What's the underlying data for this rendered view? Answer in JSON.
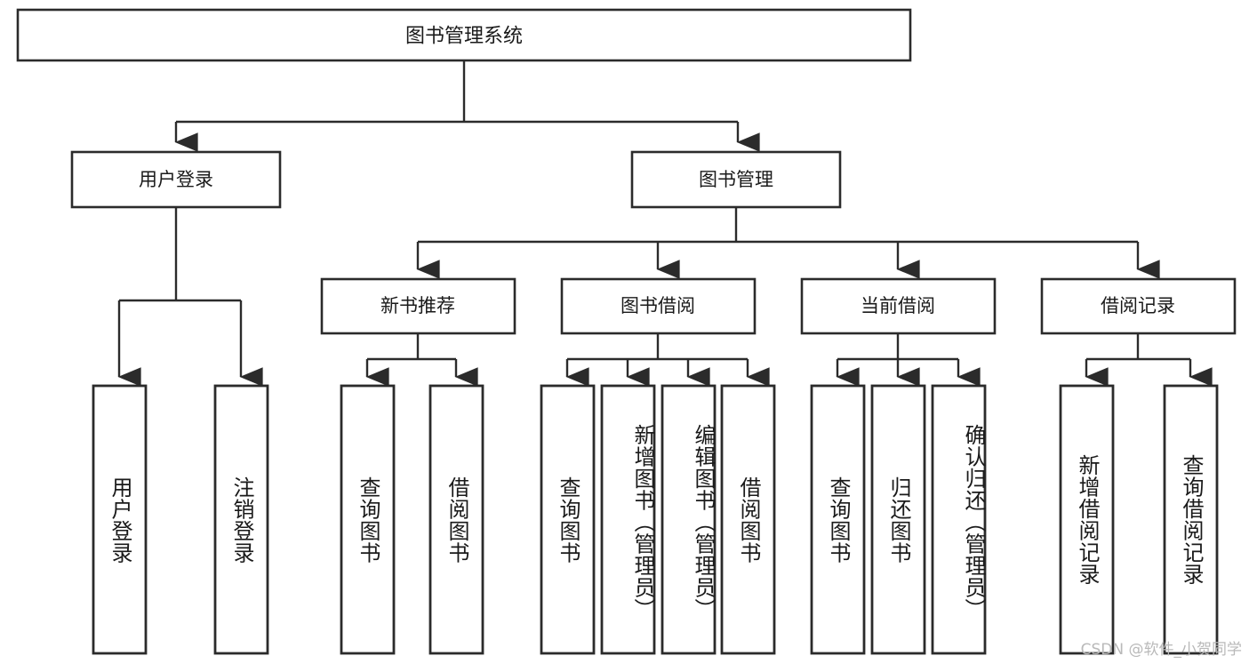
{
  "diagram": {
    "type": "tree",
    "title_node": "图书管理系统",
    "watermark": "CSDN @软件_小贺同学",
    "colors": {
      "stroke": "#2b2b2b",
      "fill": "#ffffff",
      "text": "#1a1a1a",
      "watermark": "#b9b9b9"
    },
    "levels": {
      "root": {
        "label": "图书管理系统"
      },
      "level2": [
        {
          "id": "user-login",
          "label": "用户登录"
        },
        {
          "id": "book-management",
          "label": "图书管理"
        }
      ],
      "level3": [
        {
          "id": "new-book-recommend",
          "label": "新书推荐",
          "parent": "book-management"
        },
        {
          "id": "book-borrow",
          "label": "图书借阅",
          "parent": "book-management"
        },
        {
          "id": "current-borrow",
          "label": "当前借阅",
          "parent": "book-management"
        },
        {
          "id": "borrow-record",
          "label": "借阅记录",
          "parent": "book-management"
        }
      ],
      "leaves": [
        {
          "id": "leaf-user-login",
          "label": "用户登录",
          "parent": "user-login"
        },
        {
          "id": "leaf-logout-login",
          "label": "注销登录",
          "parent": "user-login"
        },
        {
          "id": "leaf-query-book-1",
          "label": "查询图书",
          "parent": "new-book-recommend"
        },
        {
          "id": "leaf-borrow-book-1",
          "label": "借阅图书",
          "parent": "new-book-recommend"
        },
        {
          "id": "leaf-query-book-2",
          "label": "查询图书",
          "parent": "book-borrow"
        },
        {
          "id": "leaf-add-book",
          "label": "新增图书（管理员）",
          "parent": "book-borrow"
        },
        {
          "id": "leaf-edit-book",
          "label": "编辑图书（管理员）",
          "parent": "book-borrow"
        },
        {
          "id": "leaf-borrow-book-2",
          "label": "借阅图书",
          "parent": "book-borrow"
        },
        {
          "id": "leaf-query-book-3",
          "label": "查询图书",
          "parent": "current-borrow"
        },
        {
          "id": "leaf-return-book",
          "label": "归还图书",
          "parent": "current-borrow"
        },
        {
          "id": "leaf-confirm-return",
          "label": "确认归还（管理员）",
          "parent": "current-borrow"
        },
        {
          "id": "leaf-add-record",
          "label": "新增借阅记录",
          "parent": "borrow-record"
        },
        {
          "id": "leaf-query-record",
          "label": "查询借阅记录",
          "parent": "borrow-record"
        }
      ]
    }
  }
}
